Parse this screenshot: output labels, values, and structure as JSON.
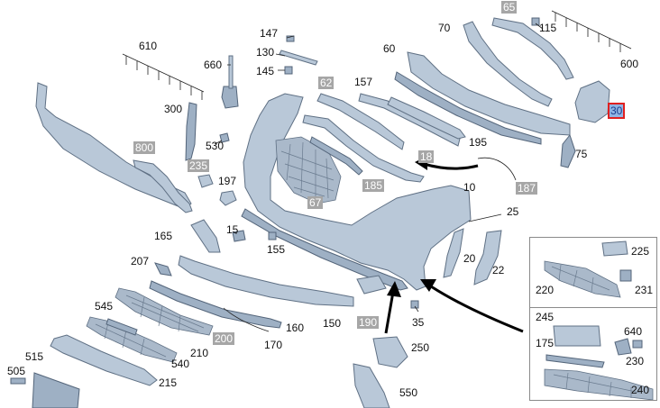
{
  "diagram": {
    "callouts": [
      {
        "id": "c65",
        "text": "65",
        "highlighted": true
      },
      {
        "id": "c70",
        "text": "70"
      },
      {
        "id": "c115",
        "text": "115"
      },
      {
        "id": "c600",
        "text": "600"
      },
      {
        "id": "c30",
        "text": "30",
        "selected": true
      },
      {
        "id": "c60",
        "text": "60"
      },
      {
        "id": "c147",
        "text": "147"
      },
      {
        "id": "c130",
        "text": "130"
      },
      {
        "id": "c145",
        "text": "145"
      },
      {
        "id": "c610",
        "text": "610"
      },
      {
        "id": "c660",
        "text": "660"
      },
      {
        "id": "c62",
        "text": "62",
        "highlighted": true
      },
      {
        "id": "c157",
        "text": "157"
      },
      {
        "id": "c300",
        "text": "300"
      },
      {
        "id": "c800",
        "text": "800",
        "highlighted": true
      },
      {
        "id": "c530",
        "text": "530"
      },
      {
        "id": "c235",
        "text": "235",
        "highlighted": true
      },
      {
        "id": "c197",
        "text": "197"
      },
      {
        "id": "c195",
        "text": "195"
      },
      {
        "id": "c75",
        "text": "75"
      },
      {
        "id": "c18",
        "text": "18",
        "highlighted": true
      },
      {
        "id": "c185",
        "text": "185",
        "highlighted": true
      },
      {
        "id": "c187",
        "text": "187",
        "highlighted": true
      },
      {
        "id": "c10",
        "text": "10"
      },
      {
        "id": "c67",
        "text": "67",
        "highlighted": true
      },
      {
        "id": "c25",
        "text": "25"
      },
      {
        "id": "c15",
        "text": "15"
      },
      {
        "id": "c165",
        "text": "165"
      },
      {
        "id": "c155",
        "text": "155"
      },
      {
        "id": "c207",
        "text": "207"
      },
      {
        "id": "c20",
        "text": "20"
      },
      {
        "id": "c22",
        "text": "22"
      },
      {
        "id": "c225",
        "text": "225"
      },
      {
        "id": "c220",
        "text": "220"
      },
      {
        "id": "c231",
        "text": "231"
      },
      {
        "id": "c545",
        "text": "545"
      },
      {
        "id": "c160",
        "text": "160"
      },
      {
        "id": "c150",
        "text": "150"
      },
      {
        "id": "c190",
        "text": "190",
        "highlighted": true
      },
      {
        "id": "c35",
        "text": "35"
      },
      {
        "id": "c245",
        "text": "245"
      },
      {
        "id": "c175",
        "text": "175"
      },
      {
        "id": "c640",
        "text": "640"
      },
      {
        "id": "c200",
        "text": "200",
        "highlighted": true
      },
      {
        "id": "c170",
        "text": "170"
      },
      {
        "id": "c210",
        "text": "210"
      },
      {
        "id": "c250",
        "text": "250"
      },
      {
        "id": "c230",
        "text": "230"
      },
      {
        "id": "c515",
        "text": "515"
      },
      {
        "id": "c540",
        "text": "540"
      },
      {
        "id": "c505",
        "text": "505"
      },
      {
        "id": "c215",
        "text": "215"
      },
      {
        "id": "c550",
        "text": "550"
      },
      {
        "id": "c240",
        "text": "240"
      }
    ]
  },
  "colors": {
    "part_fill": "#b9c8d8",
    "part_stroke": "#5f7084",
    "highlight_bg": "#a6a6a6",
    "selected_bg": "#8fb4e3",
    "selected_border": "#e02020"
  }
}
